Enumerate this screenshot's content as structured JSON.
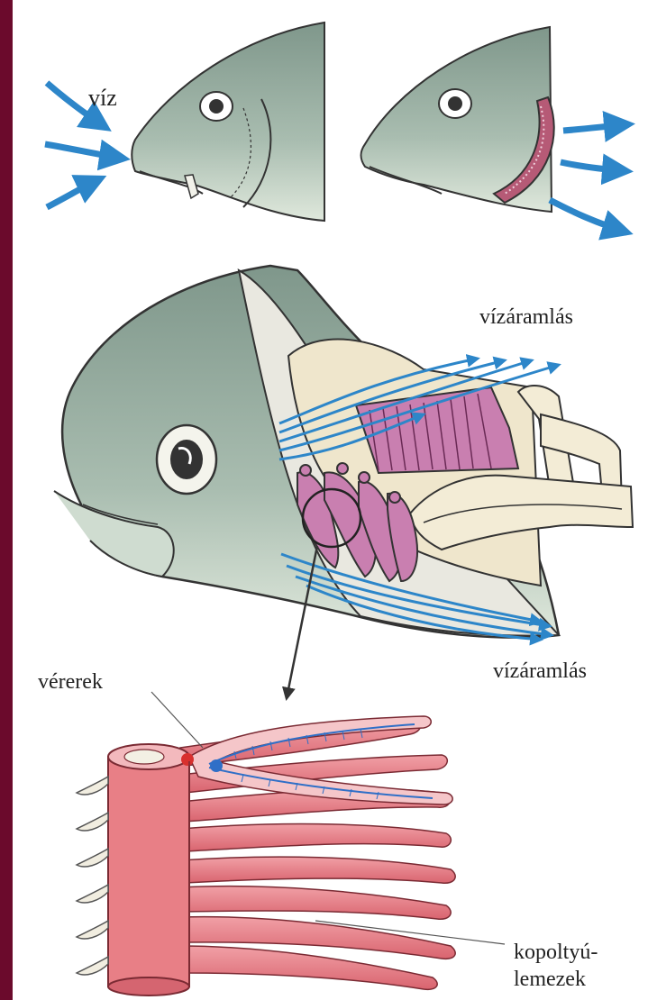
{
  "labels": {
    "viz": "víz",
    "vizaramlas_top": "vízáramlás",
    "vizaramlas_bottom": "vízáramlás",
    "vererek": "vérerek",
    "kopoltyu_line1": "kopoltyú-",
    "kopoltyu_line2": "lemezek"
  },
  "colors": {
    "border": "#6b0a2c",
    "background": "#ffffff",
    "fish_skin": "#8fa89a",
    "fish_belly": "#d6e2d5",
    "cut_surface": "#ece8d8",
    "gill_filament": "#c97fb0",
    "water_arrow": "#2d86c9",
    "gill_lamella": "#e57d87",
    "blood_vessel_red": "#d8302e",
    "blood_vessel_blue": "#2f6fc7"
  }
}
